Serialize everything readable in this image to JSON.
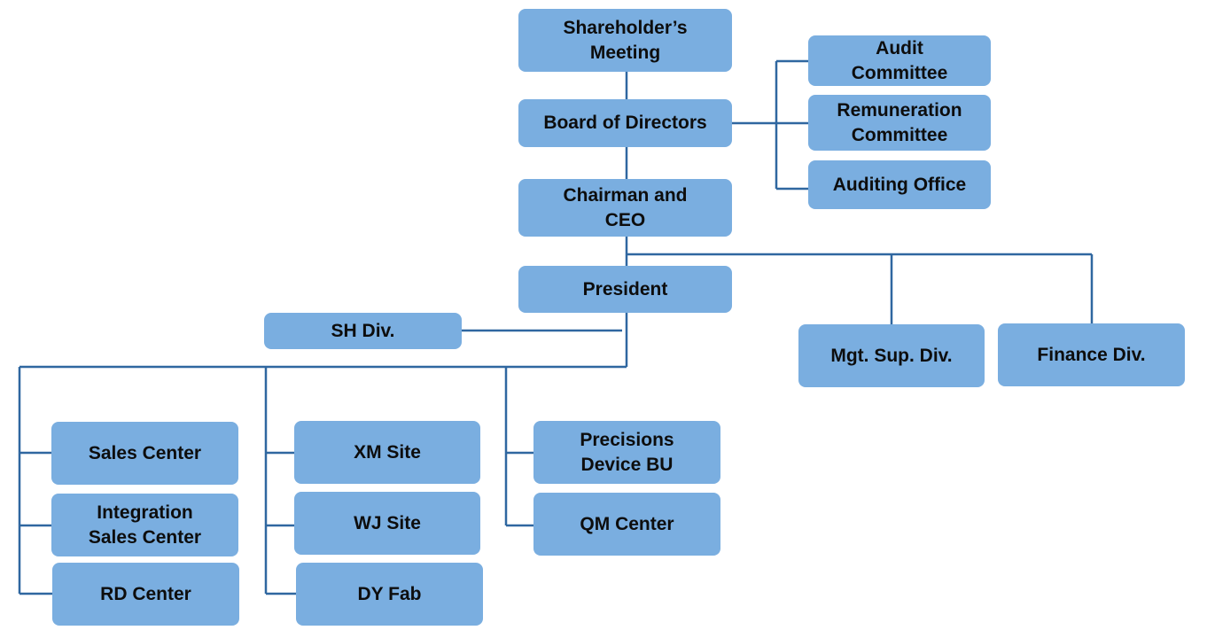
{
  "colors": {
    "box_fill": "#7aaee0",
    "connector": "#2f67a0",
    "text": "#0d0d0d"
  },
  "nodes": {
    "shareholders_meeting": "Shareholder’s\nMeeting",
    "board_of_directors": "Board of Directors",
    "audit_committee": "Audit\nCommittee",
    "remuneration_committee": "Remuneration\nCommittee",
    "auditing_office": "Auditing Office",
    "chairman_ceo": "Chairman and\nCEO",
    "president": "President",
    "sh_div": "SH Div.",
    "mgt_sup_div": "Mgt. Sup. Div.",
    "finance_div": "Finance Div.",
    "sales_center": "Sales Center",
    "integration_sales_center": "Integration\nSales Center",
    "rd_center": "RD Center",
    "xm_site": "XM Site",
    "wj_site": "WJ Site",
    "dy_fab": "DY Fab",
    "precisions_device_bu": "Precisions\nDevice BU",
    "qm_center": "QM Center"
  }
}
